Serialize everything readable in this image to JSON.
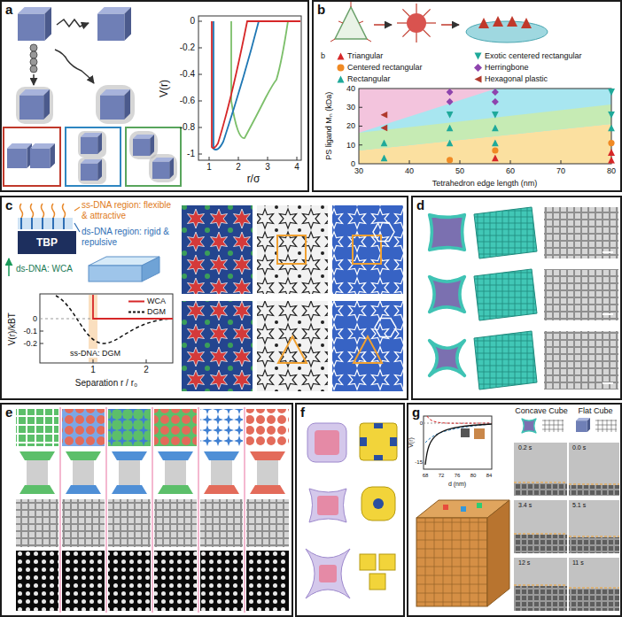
{
  "diagram": {
    "nodes": [
      {
        "text": [
          "a"
        ]
      },
      {
        "text": [
          "b"
        ]
      },
      {
        "text": [
          "c"
        ]
      },
      {
        "text": [
          "d"
        ]
      },
      {
        "text": [
          "e"
        ]
      },
      {
        "text": [
          "f"
        ]
      },
      {
        "text": [
          "g"
        ]
      },
      {
        "text": [
          "TBP"
        ],
        "in": 2
      }
    ],
    "labels": [
      "V(r)",
      "r/σ",
      "0",
      "-0.2",
      "-0.4",
      "-0.6",
      "-0.8",
      "-1",
      "1",
      "2",
      "3",
      "4",
      "b",
      "PS ligand Mₙ (kDa)",
      "0",
      "10",
      "20",
      "30",
      "40",
      "30",
      "40",
      "50",
      "60",
      "70",
      "80",
      "Tetrahedron edge length (nm)",
      "ss-DNA region: flexible & attractive",
      "ds-DNA region: rigid & repulsive",
      "ds-DNA: WCA",
      "ss-DNA: DGM",
      "V(r)/kBT",
      "0",
      "-0.1",
      "-0.2",
      "1",
      "2",
      "Separation r / r₀",
      "V(r)",
      "d (nm)",
      "68",
      "72",
      "76",
      "80",
      "84",
      "0",
      "-15",
      "Concave Cube",
      "Flat Cube",
      "0.2 s",
      "3.4 s",
      "12 s",
      "0.0 s",
      "5.1 s",
      "11 s"
    ],
    "legend": [
      {
        "text": "Triangular"
      },
      {
        "text": "Centered rectangular"
      },
      {
        "text": "Rectangular"
      },
      {
        "text": "Exotic centered rectangular"
      },
      {
        "text": "Herringbone"
      },
      {
        "text": "Hexagonal plastic"
      },
      {
        "text": "WCA"
      },
      {
        "text": "DGM"
      }
    ]
  }
}
